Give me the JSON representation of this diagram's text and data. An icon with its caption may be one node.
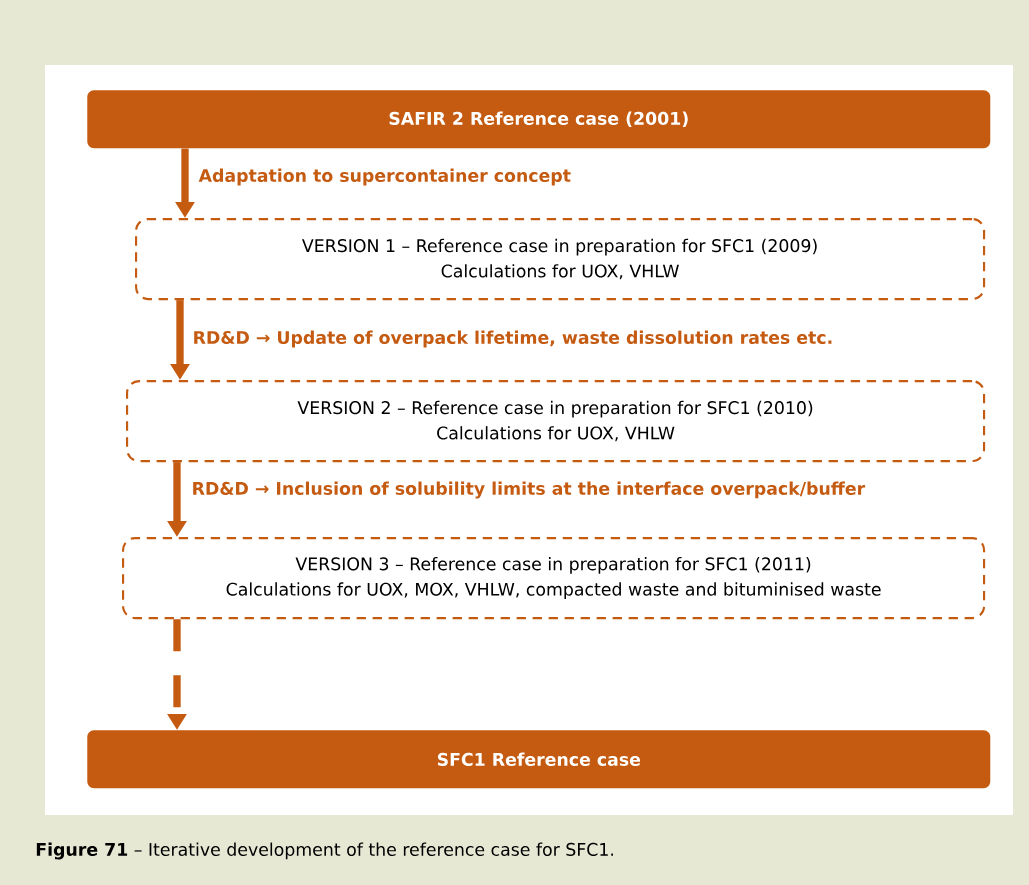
{
  "diagram": {
    "nodes": [
      {
        "text": [
          "SAFIR 2 Reference case (2001)"
        ]
      },
      {
        "text": [
          "VERSION 1 – Reference case in preparation for SFC1 (2009)",
          "Calculations for UOX, VHLW"
        ]
      },
      {
        "text": [
          "VERSION 2 – Reference case in preparation for SFC1 (2010)",
          "Calculations for UOX, VHLW"
        ]
      },
      {
        "text": [
          "VERSION 3 – Reference case in preparation for SFC1 (2011)",
          "Calculations for UOX, MOX, VHLW, compacted waste and bituminised waste"
        ]
      },
      {
        "text": [
          "SFC1 Reference case"
        ]
      }
    ],
    "edges": [
      {
        "from": 0,
        "to": 1,
        "arrow": "to",
        "label": "Adaptation to supercontainer concept"
      },
      {
        "from": 1,
        "to": 2,
        "arrow": "to",
        "label": "RD&D → Update of overpack lifetime, waste dissolution rates etc."
      },
      {
        "from": 2,
        "to": 3,
        "arrow": "to",
        "label": "RD&D → Inclusion of solubility limits at the interface overpack/buffer"
      },
      {
        "from": 3,
        "to": 4,
        "arrow": "to",
        "style": "dashed"
      }
    ],
    "caption": "**Figure 71** – Iterative development of the reference case for SFC1."
  }
}
